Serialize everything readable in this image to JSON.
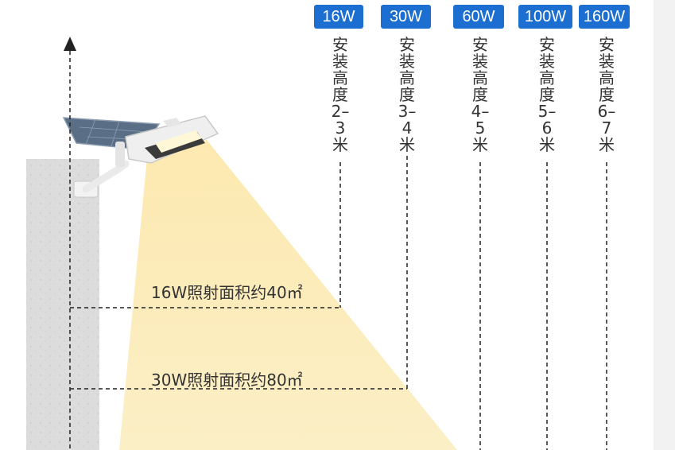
{
  "colors": {
    "badge_bg": "#1c6fd1",
    "badge_text": "#ffffff",
    "light_beam": "#fbeec0",
    "wall": "#dadada",
    "dashed_line": "#222222",
    "label_text": "#333333"
  },
  "icons": {
    "lamp": "solar-street-lamp-icon",
    "arrow": "arrow-up-icon"
  },
  "options": [
    {
      "power": "16W",
      "height": "安装高度2–3米"
    },
    {
      "power": "30W",
      "height": "安装高度3–4米"
    },
    {
      "power": "60W",
      "height": "安装高度4–5米"
    },
    {
      "power": "100W",
      "height": "安装高度5–6米"
    },
    {
      "power": "160W",
      "height": "安装高度6–7米"
    }
  ],
  "coverage": [
    {
      "text": "16W照射面积约40㎡"
    },
    {
      "text": "30W照射面积约80㎡"
    }
  ]
}
